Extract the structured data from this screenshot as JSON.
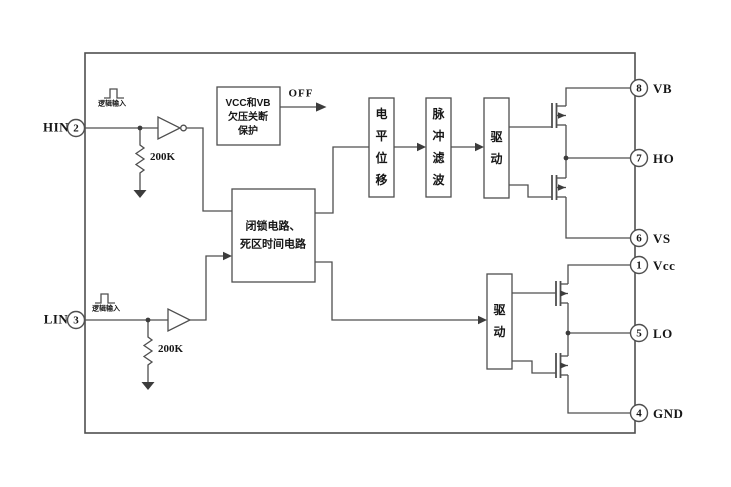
{
  "pins": {
    "left": [
      {
        "number": "2",
        "label": "HIN"
      },
      {
        "number": "3",
        "label": "LIN"
      }
    ],
    "right": [
      {
        "number": "8",
        "label": "VB"
      },
      {
        "number": "7",
        "label": "HO"
      },
      {
        "number": "6",
        "label": "VS"
      },
      {
        "number": "1",
        "label": "Vcc"
      },
      {
        "number": "5",
        "label": "LO"
      },
      {
        "number": "4",
        "label": "GND"
      }
    ]
  },
  "annotations": {
    "logic_input_high": "逻辑输入",
    "logic_input_low": "逻辑输入",
    "pulldown_high": "200K",
    "pulldown_low": "200K",
    "off": "OFF"
  },
  "blocks": {
    "uvlo": {
      "line1": "VCC和VB",
      "line2": "欠压关断",
      "line3": "保护"
    },
    "latch": {
      "line1": "闭锁电路、",
      "line2": "死区时间电路"
    },
    "level_shift": "电平位移",
    "pulse_filter": "脉冲滤波",
    "driver_high": "驱动",
    "driver_low": "驱动"
  },
  "colors": {
    "wire": "#4f4f4f",
    "text": "#161616",
    "background": "#ffffff"
  }
}
